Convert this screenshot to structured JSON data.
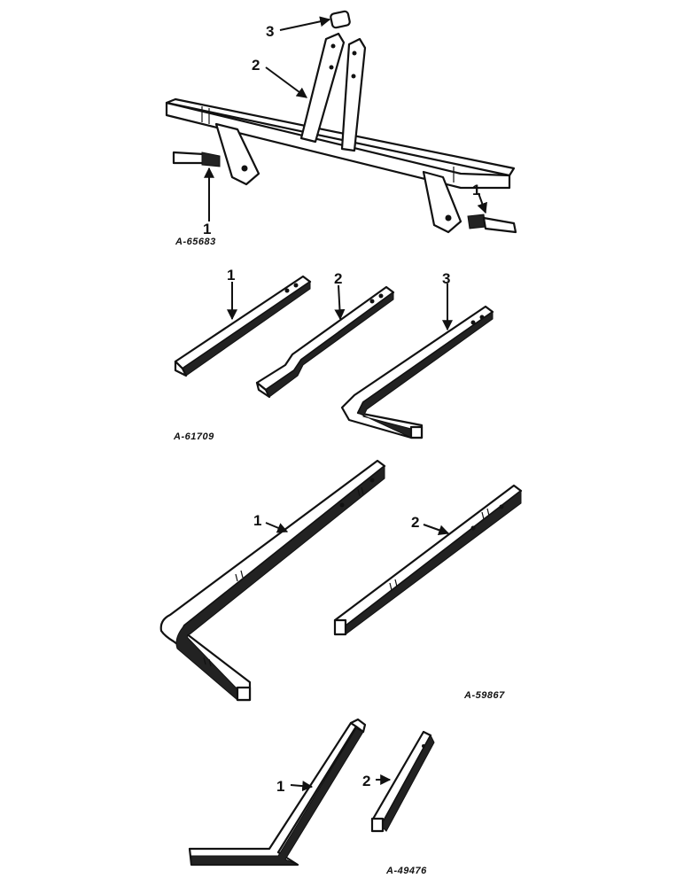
{
  "figures": [
    {
      "code": "A-65683",
      "callouts": [
        "1",
        "1",
        "2",
        "3"
      ]
    },
    {
      "code": "A-61709",
      "callouts": [
        "1",
        "2",
        "3"
      ]
    },
    {
      "code": "A-59867",
      "callouts": [
        "1",
        "2"
      ]
    },
    {
      "code": "A-49476",
      "callouts": [
        "1",
        "2"
      ]
    }
  ]
}
